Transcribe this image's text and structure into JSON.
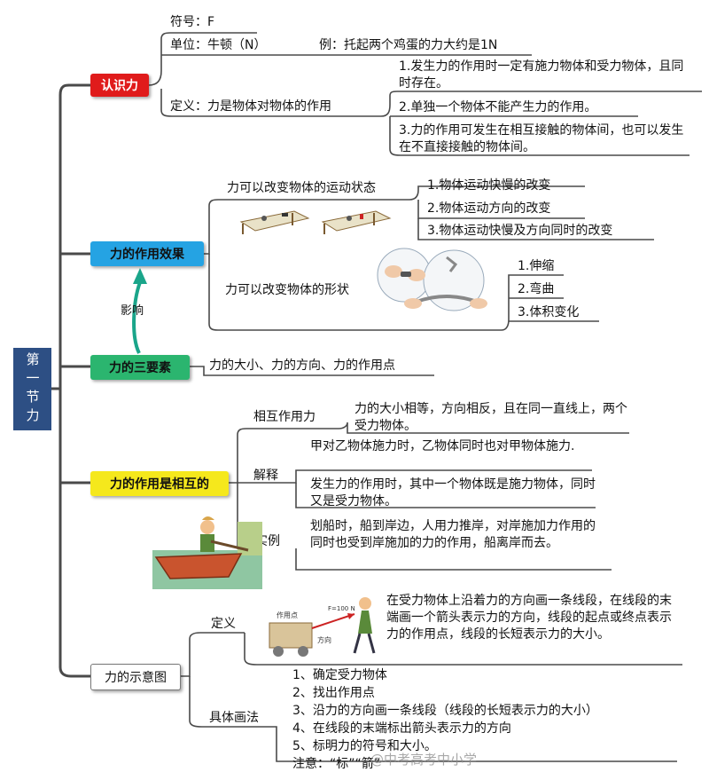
{
  "root": {
    "title": "第一节力"
  },
  "colors": {
    "red": "#e01b1b",
    "blue": "#25a3e3",
    "green": "#2bb56f",
    "yellow": "#f5e81c",
    "root": "#2d4f84",
    "line": "#4a4a4a"
  },
  "node1": {
    "label": "认识力",
    "symbol": "符号：F",
    "unit": "单位：牛顿（N）",
    "unit_example": "例：托起两个鸡蛋的力大约是1N",
    "definition": "定义：力是物体对物体的作用",
    "notes": [
      "1.发生力的作用时一定有施力物体和受力物体，且同时存在。",
      "2.单独一个物体不能产生力的作用。",
      "3.力的作用可发生在相互接触的物体间，也可以发生在不直接接触的物体间。"
    ]
  },
  "node2": {
    "label": "力的作用效果",
    "motion": "力可以改变物体的运动状态",
    "motion_items": [
      "1.物体运动快慢的改变",
      "2.物体运动方向的改变",
      "3.物体运动快慢及方向同时的改变"
    ],
    "shape": "力可以改变物体的形状",
    "shape_items": [
      "1.伸缩",
      "2.弯曲",
      "3.体积变化"
    ]
  },
  "influence": "影响",
  "node3": {
    "label": "力的三要素",
    "content": "力的大小、力的方向、力的作用点"
  },
  "node4": {
    "label": "力的作用是相互的",
    "mutual_label": "相互作用力",
    "mutual_text": "力的大小相等，方向相反，且在同一直线上，两个受力物体。",
    "explain_label": "解释",
    "explain_1": "甲对乙物体施力时，乙物体同时也对甲物体施力.",
    "explain_2": "发生力的作用时，其中一个物体既是施力物体，同时又是受力物体。",
    "example_label": "实例",
    "example_text": "划船时，船到岸边，人用力推岸，对岸施加力作用的同时也受到岸施加的力的作用，船离岸而去。"
  },
  "node5": {
    "label": "力的示意图",
    "def_label": "定义",
    "def_text": "在受力物体上沿着力的方向画一条线段，在线段的末端画一个箭头表示力的方向，线段的起点或终点表示力的作用点，线段的长短表示力的大小。",
    "fig_labels": {
      "point": "作用点",
      "direction": "方向",
      "force": "F=100 N"
    },
    "method_label": "具体画法",
    "steps": [
      "1、确定受力物体",
      "2、找出作用点",
      "3、沿力的方向画一条线段（线段的长短表示力的大小）",
      "4、在线段的末端标出箭头表示力的方向",
      "5、标明力的符号和大小。",
      "注意：“标”“箭”"
    ]
  },
  "watermark": "@中考高考中小学"
}
